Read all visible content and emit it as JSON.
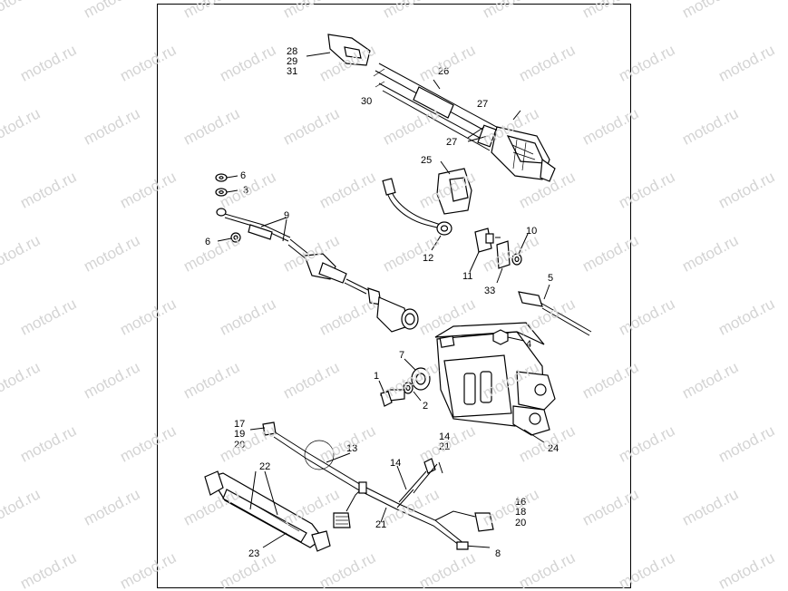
{
  "watermark": "motod.ru",
  "callouts": {
    "c28": "28",
    "c29": "29",
    "c31": "31",
    "c30": "30",
    "c26": "26",
    "c27a": "27",
    "c27b": "27",
    "c25": "25",
    "c6a": "6",
    "c3": "3",
    "c9": "9",
    "c6b": "6",
    "c12": "12",
    "c10": "10",
    "c11": "11",
    "c33": "33",
    "c5": "5",
    "c4": "4",
    "c7": "7",
    "c1": "1",
    "c2": "2",
    "c24": "24",
    "c17": "17",
    "c19": "19",
    "c20a": "20",
    "c13": "13",
    "c14a": "14",
    "c21a": "21",
    "c14b": "14",
    "c22": "22",
    "c16": "16",
    "c18": "18",
    "c20b": "20",
    "c21b": "21",
    "c8": "8",
    "c23": "23"
  }
}
